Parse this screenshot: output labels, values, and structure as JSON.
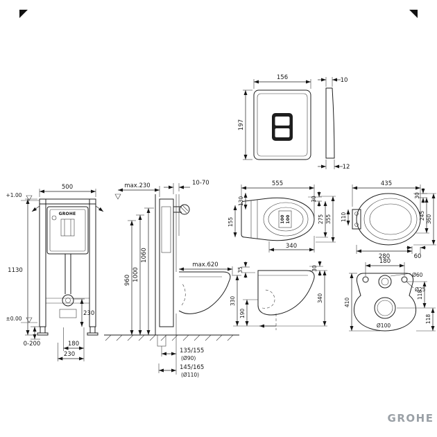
{
  "watermark": "GROHE",
  "frame": {
    "dim_w": "500",
    "dim_h": "1130",
    "level_top": "+1.00",
    "level_bottom": "±0.00",
    "foot_range": "0-200",
    "inner_230": "230",
    "dim_180": "180",
    "bottom_230": "230",
    "logo": "GROHE"
  },
  "side": {
    "max230": "max.230",
    "wall": "10-70",
    "h1060": "1060",
    "h1000": "1000",
    "h960": "960",
    "max620": "max.620",
    "out1": "135/155",
    "out1d": "(Ø90)",
    "out2": "145/165",
    "out2d": "(Ø110)"
  },
  "plate": {
    "w": "156",
    "h": "197",
    "t1": "10",
    "t2": "12"
  },
  "bowl": {
    "w": "555",
    "d130": "130",
    "d155": "155",
    "d30": "30",
    "d275": "275",
    "d355": "355",
    "d340": "340",
    "inner1": "100",
    "inner2": "100"
  },
  "seat": {
    "w": "435",
    "d110": "110",
    "d30": "30",
    "d245": "245",
    "d360": "360",
    "d280": "280",
    "d60": "60"
  },
  "bside": {
    "d30": "30",
    "d35": "35",
    "d330": "330",
    "d190": "190",
    "d340": "340"
  },
  "mount": {
    "d180": "180",
    "d410": "410",
    "dia60": "Ø60",
    "dia25": "Ø25",
    "d118a": "118",
    "d118b": "118",
    "dia100": "Ø100"
  }
}
